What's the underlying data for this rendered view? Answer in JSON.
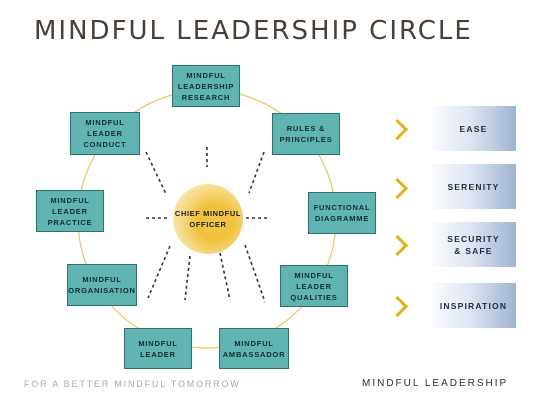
{
  "title": "MINDFUL LEADERSHIP CIRCLE",
  "center": {
    "label": "CHIEF MINDFUL\nOFFICER"
  },
  "nodes": [
    {
      "label": "MINDFUL\nLEADERSHIP\nRESEARCH"
    },
    {
      "label": "RULES &\nPRINCIPLES"
    },
    {
      "label": "FUNCTIONAL\nDIAGRAMME"
    },
    {
      "label": "MINDFUL\nLEADER\nQUALITIES"
    },
    {
      "label": "MINDFUL\nAMBASSADOR"
    },
    {
      "label": "MINDFUL\nLEADER"
    },
    {
      "label": "MINDFUL\nORGANISATION"
    },
    {
      "label": "MINDFUL\nLEADER\nPRACTICE"
    },
    {
      "label": "MINDFUL\nLEADER\nCONDUCT"
    }
  ],
  "qualities": [
    {
      "label": "EASE"
    },
    {
      "label": "SERENITY"
    },
    {
      "label": "SECURITY\n& SAFE"
    },
    {
      "label": "INSPIRATION"
    }
  ],
  "footer": {
    "left": "FOR A BETTER MINDFUL TOMORROW",
    "right": "MINDFUL LEADERSHIP"
  },
  "colors": {
    "node_fill": "#5fb3b1",
    "ring": "#e8c75a",
    "chevron": "#e3b21b",
    "title": "#4a3f36"
  }
}
